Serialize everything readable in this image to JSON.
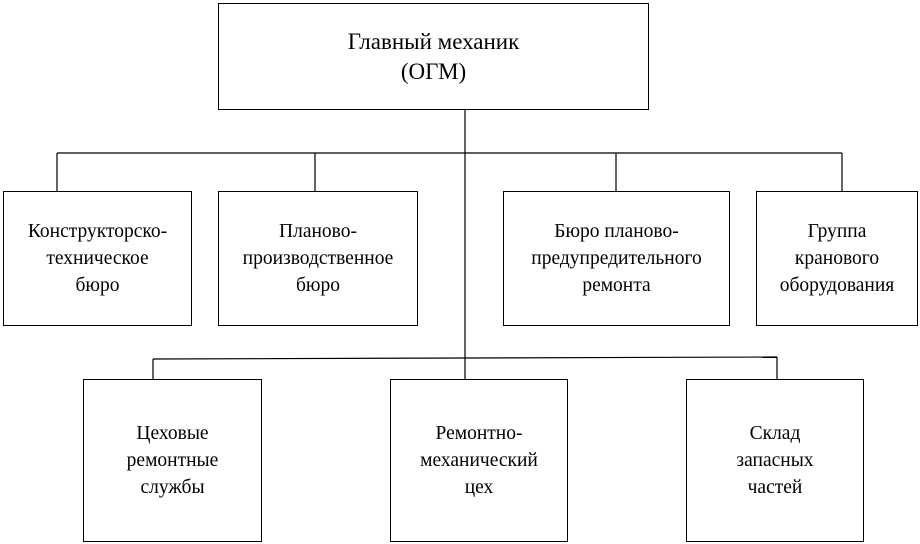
{
  "root": {
    "line1": "Главный механик",
    "line2": "(ОГМ)"
  },
  "level1": [
    {
      "lines": [
        "Конструкторско-",
        "техническое",
        "бюро"
      ]
    },
    {
      "lines": [
        "Планово-",
        "производственное",
        "бюро"
      ]
    },
    {
      "lines": [
        "Бюро планово-",
        "предупредительного",
        "ремонта"
      ]
    },
    {
      "lines": [
        "Группа",
        "кранового",
        "оборудования"
      ]
    }
  ],
  "level2": [
    {
      "lines": [
        "Цеховые",
        "ремонтные",
        "службы"
      ]
    },
    {
      "lines": [
        "Ремонтно-",
        "механический",
        "цех"
      ]
    },
    {
      "lines": [
        "Склад",
        "запасных",
        "частей"
      ]
    }
  ]
}
